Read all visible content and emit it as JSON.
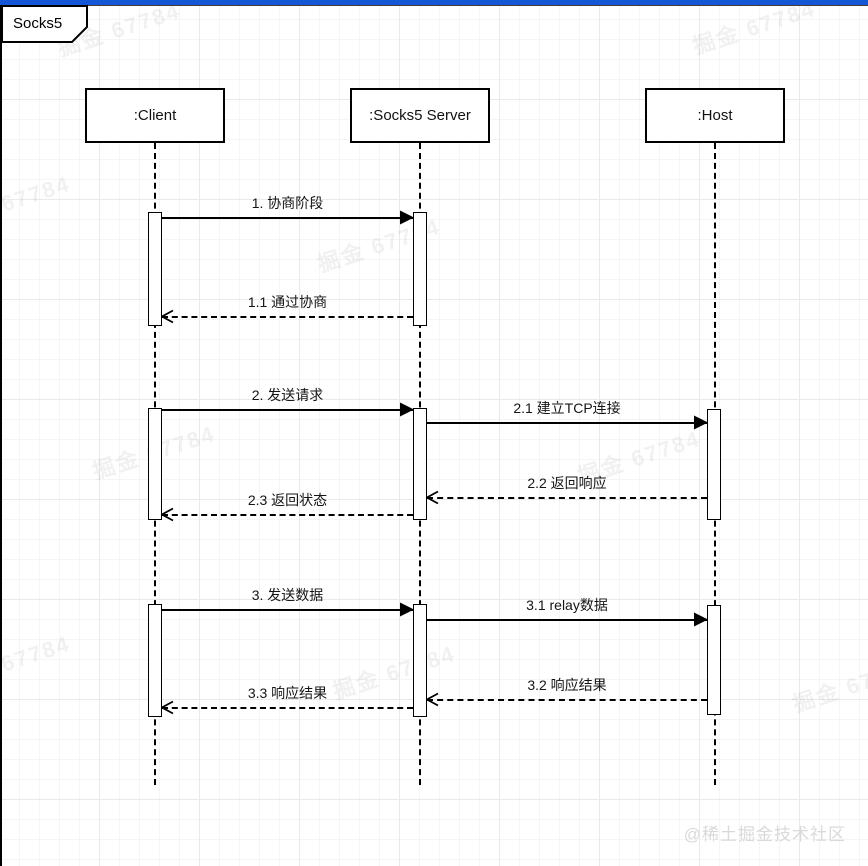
{
  "frame": {
    "title": "Socks5"
  },
  "actors": [
    {
      "name": ":Client"
    },
    {
      "name": ":Socks5 Server"
    },
    {
      "name": ":Host"
    }
  ],
  "messages": [
    {
      "id": "1",
      "label": "1. 协商阶段",
      "from": ":Client",
      "to": ":Socks5 Server",
      "line": "solid"
    },
    {
      "id": "1.1",
      "label": "1.1 通过协商",
      "from": ":Socks5 Server",
      "to": ":Client",
      "line": "dashed"
    },
    {
      "id": "2",
      "label": "2. 发送请求",
      "from": ":Client",
      "to": ":Socks5 Server",
      "line": "solid"
    },
    {
      "id": "2.1",
      "label": "2.1 建立TCP连接",
      "from": ":Socks5 Server",
      "to": ":Host",
      "line": "solid"
    },
    {
      "id": "2.2",
      "label": "2.2 返回响应",
      "from": ":Host",
      "to": ":Socks5 Server",
      "line": "dashed"
    },
    {
      "id": "2.3",
      "label": "2.3 返回状态",
      "from": ":Socks5 Server",
      "to": ":Client",
      "line": "dashed"
    },
    {
      "id": "3",
      "label": "3. 发送数据",
      "from": ":Client",
      "to": ":Socks5 Server",
      "line": "solid"
    },
    {
      "id": "3.1",
      "label": "3.1 relay数据",
      "from": ":Socks5 Server",
      "to": ":Host",
      "line": "solid"
    },
    {
      "id": "3.2",
      "label": "3.2 响应结果",
      "from": ":Host",
      "to": ":Socks5 Server",
      "line": "dashed"
    },
    {
      "id": "3.3",
      "label": "3.3 响应结果",
      "from": ":Socks5 Server",
      "to": ":Client",
      "line": "dashed"
    }
  ],
  "watermark": {
    "tile": "掘金 67784",
    "credit": "@稀土掘金技术社区"
  },
  "colors": {
    "top_bar": "#1457d6",
    "diagram_line": "#000000",
    "grid_minor": "#f5f5f5",
    "grid_major": "#e9e9e9"
  }
}
